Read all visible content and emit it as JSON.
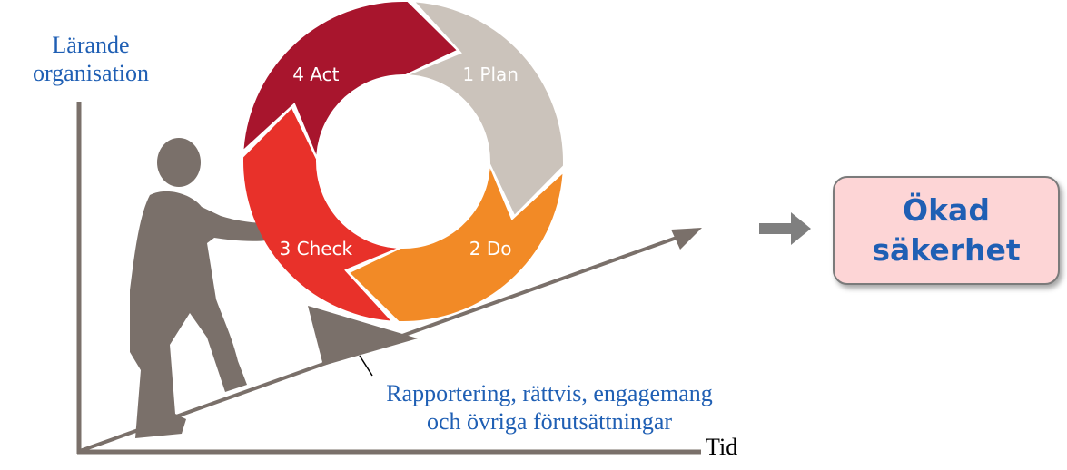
{
  "axes": {
    "y_label": "Lärande\norganisation",
    "x_label": "Tid"
  },
  "cycle": {
    "segments": [
      {
        "label": "1 Plan",
        "color": "#cbc3bb"
      },
      {
        "label": "2 Do",
        "color": "#f28a26"
      },
      {
        "label": "3 Check",
        "color": "#e8312a"
      },
      {
        "label": "4 Act",
        "color": "#a8152d"
      }
    ]
  },
  "slope_note": "Rapportering, rättvis, engagemang\noch övriga förutsättningar",
  "result": {
    "text": "Ökad\nsäkerhet",
    "box_color": "#fdd5d6",
    "text_color": "#1f5fb4"
  },
  "colors": {
    "figure": "#7a706a",
    "arrow": "#7f7f7f",
    "label_blue": "#1f5fb4"
  }
}
